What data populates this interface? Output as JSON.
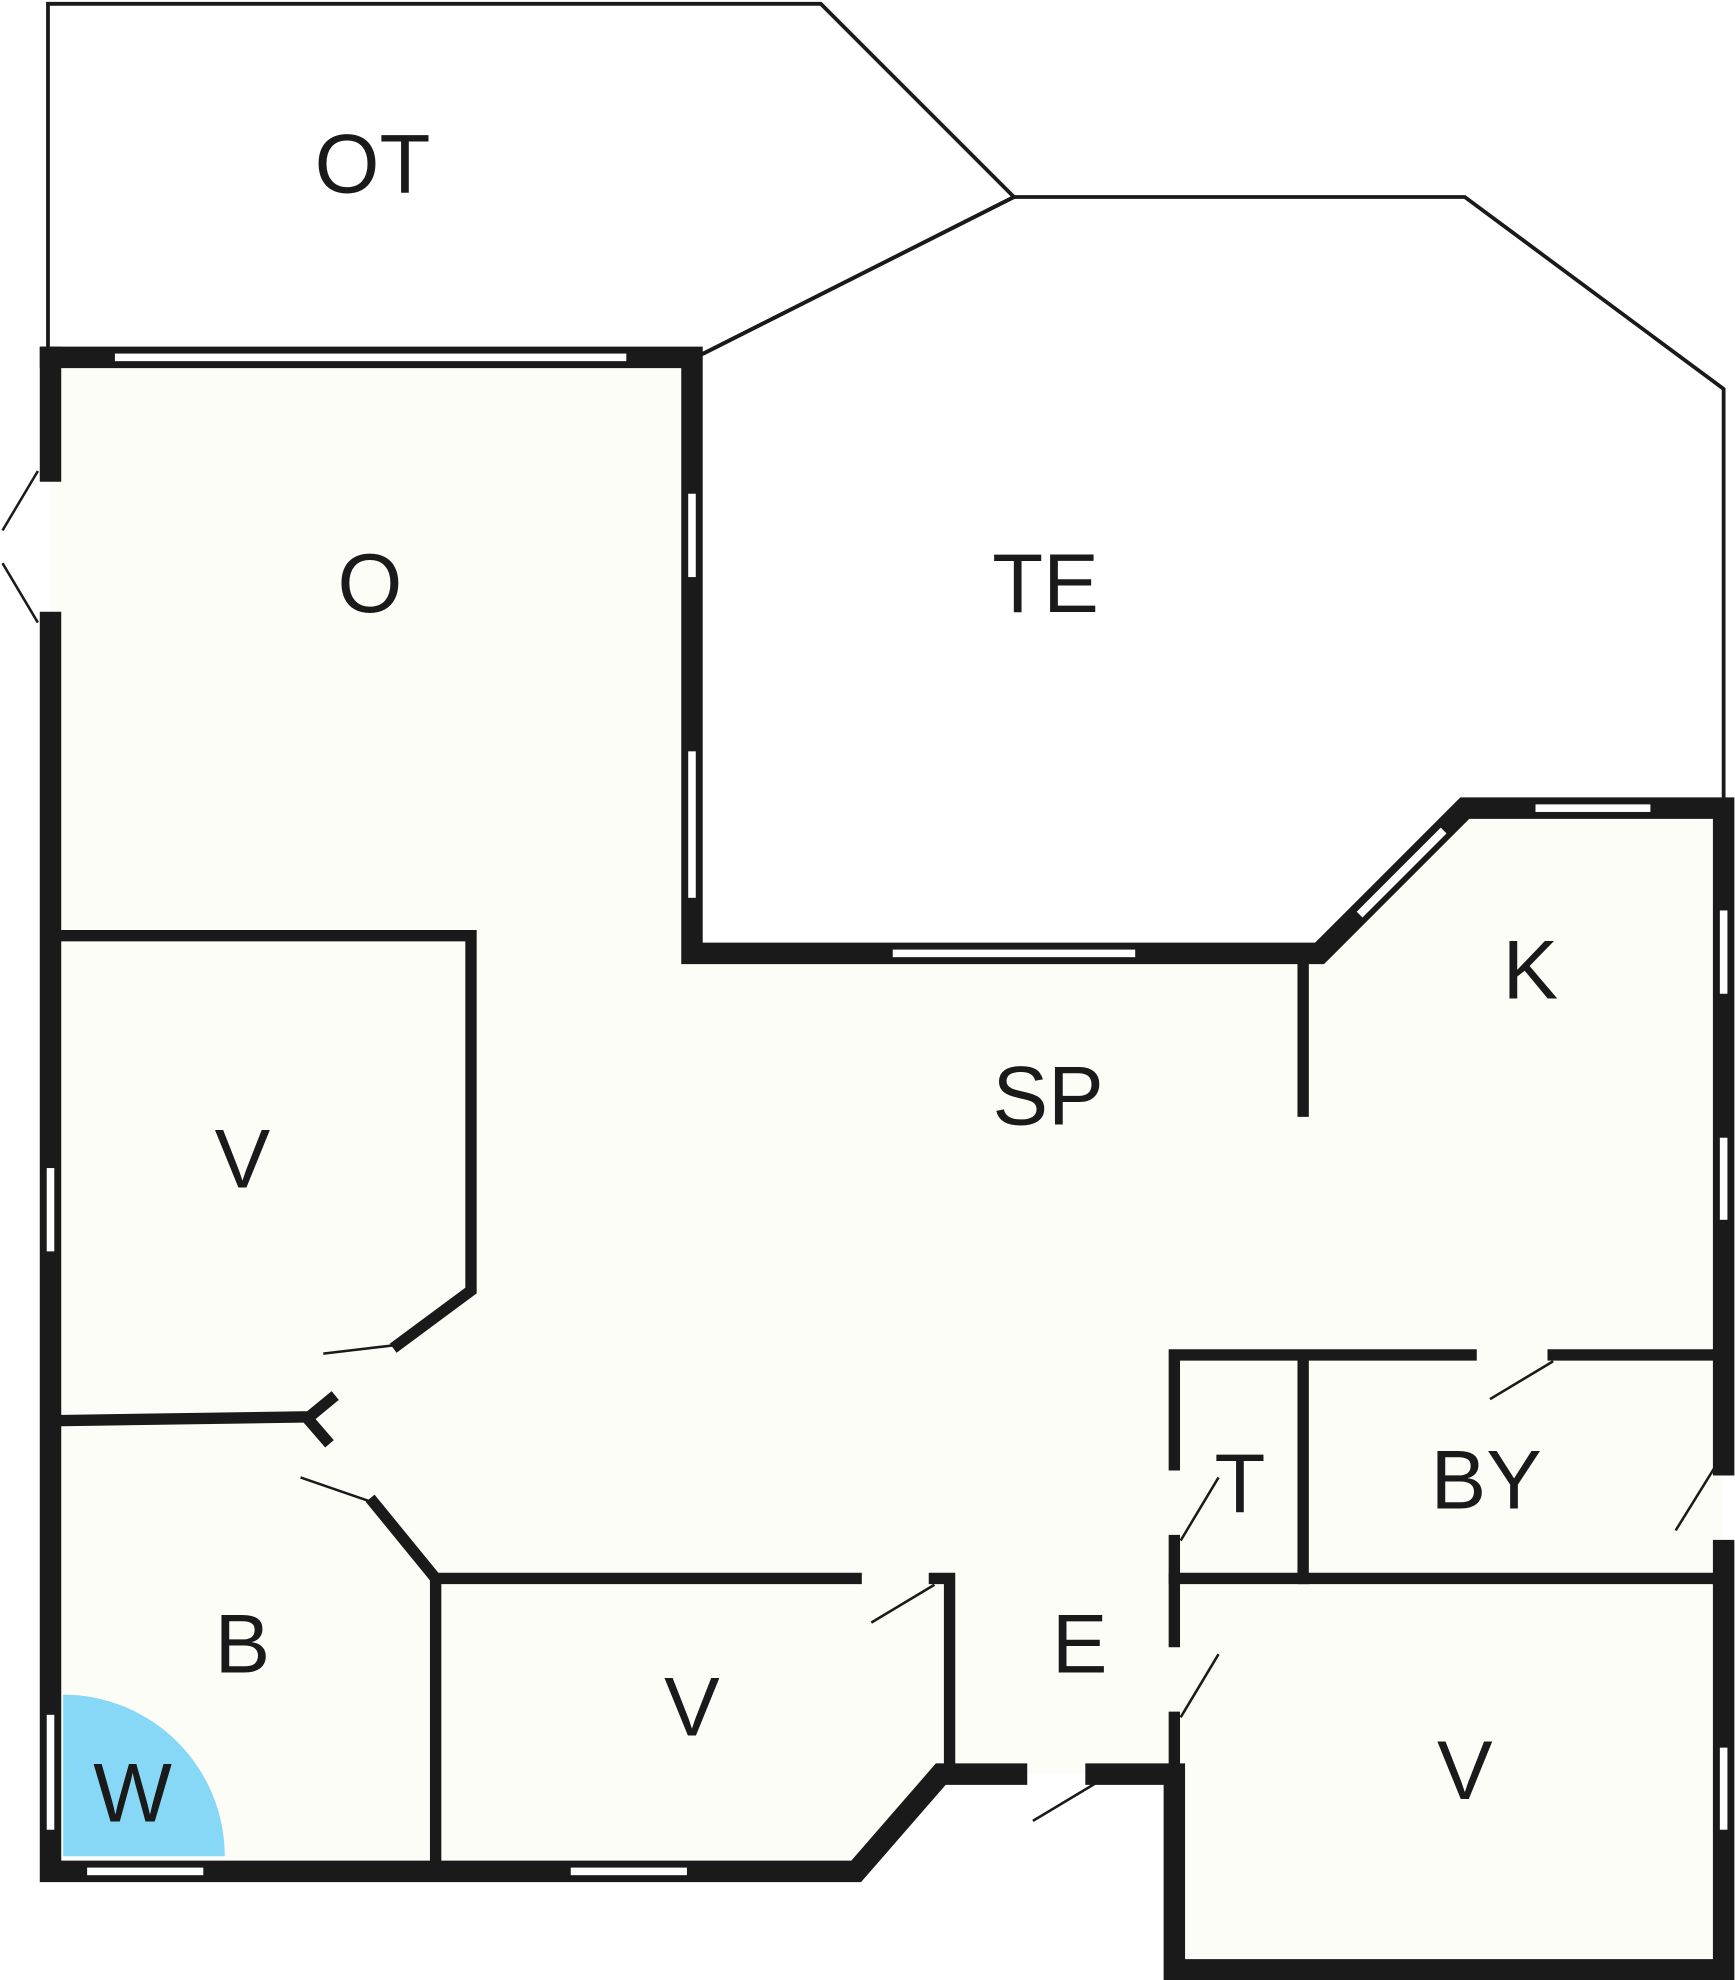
{
  "plan": {
    "rooms": {
      "ot": "OT",
      "o": "O",
      "te": "TE",
      "k": "K",
      "sp": "SP",
      "v_left": "V",
      "b": "B",
      "w": "W",
      "v_bottom": "V",
      "e": "E",
      "t": "T",
      "by": "BY",
      "v_right": "V"
    },
    "colors": {
      "wall": "#1a1a1a",
      "floor": "#fdfdf8",
      "wardrobe": "#87d7f7"
    }
  }
}
